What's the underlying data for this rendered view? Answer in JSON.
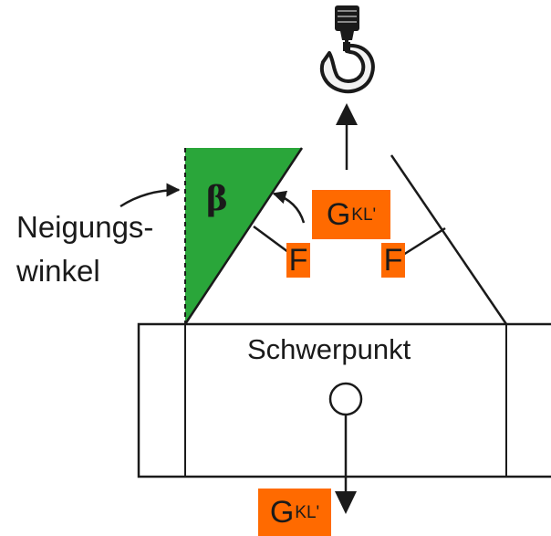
{
  "colors": {
    "line": "#1a1a1a",
    "angle_fill": "#2aa63a",
    "label_bg": "#ff6a00",
    "background": "#ffffff"
  },
  "icons": {
    "hook": "crane-hook-icon",
    "arrow_up": "arrow-up-icon",
    "arrow_down": "arrow-down-icon",
    "center_of_gravity": "circle-marker-icon"
  },
  "labels": {
    "angle_symbol": "β",
    "incline_word_1": "Neigungs-",
    "incline_word_2": "winkel",
    "center_of_gravity": "Schwerpunkt",
    "force_left": "F",
    "force_right": "F",
    "load_top_main": "G",
    "load_top_sub": "KL'",
    "load_bottom_main": "G",
    "load_bottom_sub": "KL'"
  }
}
